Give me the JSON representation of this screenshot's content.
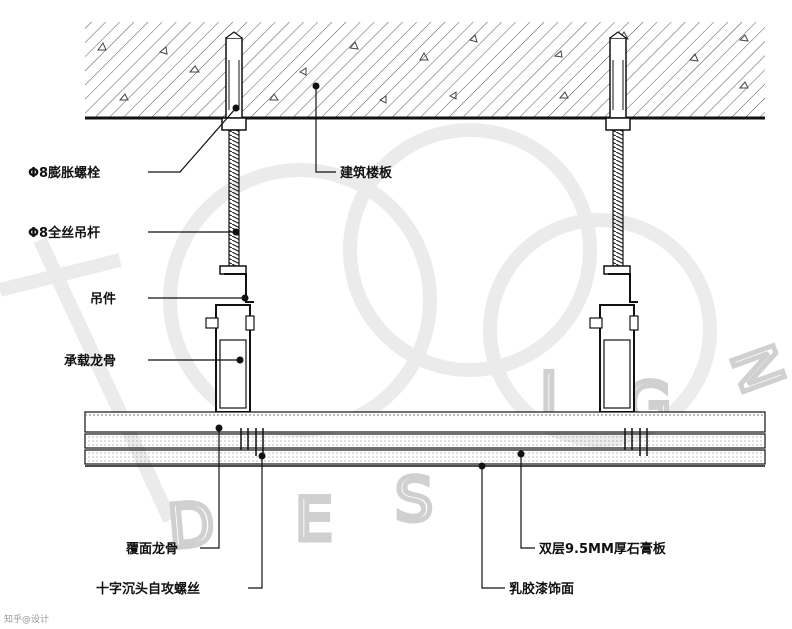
{
  "labels": {
    "expansion_bolt": "Φ8膨胀螺栓",
    "threaded_rod": "Φ8全丝吊杆",
    "hanger": "吊件",
    "main_keel": "承载龙骨",
    "floor_slab": "建筑楼板",
    "cover_keel": "覆面龙骨",
    "screw": "十字沉头自攻螺丝",
    "gypsum_board": "双层9.5MM厚石膏板",
    "latex_paint": "乳胶漆饰面"
  },
  "watermark": {
    "letters": "DESIGN",
    "corner_text": "知乎@设计"
  },
  "colors": {
    "line": "#111111",
    "hatch": "#444444",
    "watermark": "#d8d8d8"
  }
}
